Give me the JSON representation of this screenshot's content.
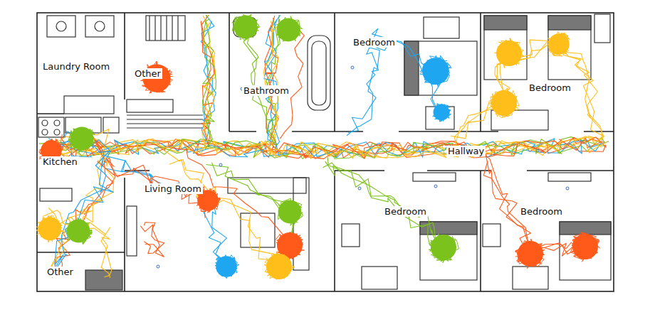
{
  "diagram": {
    "nodes": [
      {
        "text": [
          "Laundry Room"
        ]
      },
      {
        "text": [
          "Other"
        ]
      },
      {
        "text": [
          "Bathroom"
        ]
      },
      {
        "text": [
          "Bedroom"
        ]
      },
      {
        "text": [
          "Bedroom"
        ]
      },
      {
        "text": [
          "Kitchen"
        ]
      },
      {
        "text": [
          "Hallway"
        ]
      },
      {
        "text": [
          "Living Room"
        ]
      },
      {
        "text": [
          "Bedroom"
        ]
      },
      {
        "text": [
          "Bedroom"
        ]
      },
      {
        "text": [
          "Other"
        ]
      }
    ]
  }
}
